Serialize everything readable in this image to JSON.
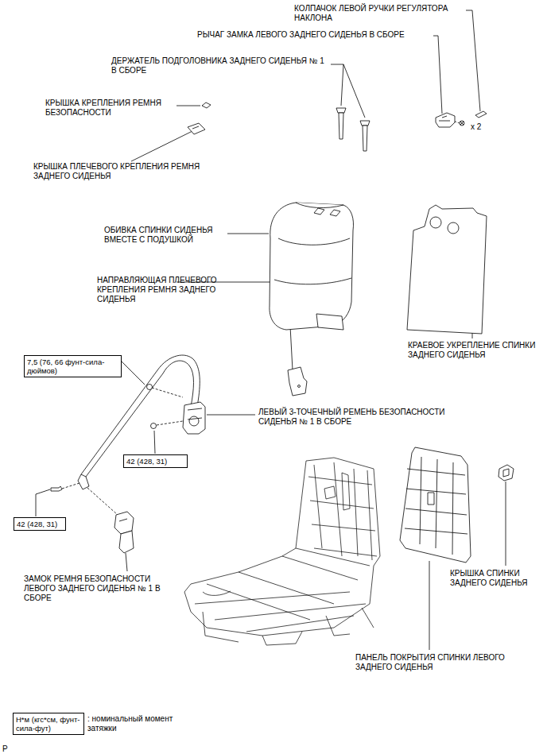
{
  "diagram": {
    "nodes": [
      {
        "text": [
          "7,5 (76, 66 фунт-сила-дюймов)"
        ]
      },
      {
        "text": [
          "42 (428, 31)"
        ]
      },
      {
        "text": [
          "42 (428, 31)"
        ]
      },
      {
        "text": [
          "Н*м (кгс*см, фунт-сила-фут)"
        ]
      }
    ],
    "labels": [
      "КОЛПАЧОК ЛЕВОЙ РУЧКИ РЕГУЛЯТОРА НАКЛОНА",
      "РЫЧАГ ЗАМКА ЛЕВОГО ЗАДНЕГО СИДЕНЬЯ В СБОРЕ",
      "ДЕРЖАТЕЛЬ ПОДГОЛОВНИКА ЗАДНЕГО СИДЕНЬЯ № 1 В СБОРЕ",
      "КРЫШКА КРЕПЛЕНИЯ РЕМНЯ БЕЗОПАСНОСТИ",
      "x 2",
      "КРЫШКА ПЛЕЧЕВОГО КРЕПЛЕНИЯ РЕМНЯ ЗАДНЕГО СИДЕНЬЯ",
      "ОБИВКА СПИНКИ СИДЕНЬЯ ВМЕСТЕ С ПОДУШКОЙ",
      "НАПРАВЛЯЮЩАЯ ПЛЕЧЕВОГО КРЕПЛЕНИЯ РЕМНЯ ЗАДНЕГО СИДЕНЬЯ",
      "КРАЕВОЕ УКРЕПЛЕНИЕ СПИНКИ ЗАДНЕГО СИДЕНЬЯ",
      "ЛЕВЫЙ 3-ТОЧЕЧНЫЙ РЕМЕНЬ БЕЗОПАСНОСТИ СИДЕНЬЯ № 1 В СБОРЕ",
      "ЗАМОК РЕМНЯ БЕЗОПАСНОСТИ ЛЕВОГО ЗАДНЕГО СИДЕНЬЯ № 1 В СБОРЕ",
      "КРЫШКА СПИНКИ ЗАДНЕГО СИДЕНЬЯ",
      "ПАНЕЛЬ ПОКРЫТИЯ СПИНКИ ЛЕВОГО ЗАДНЕГО СИДЕНЬЯ",
      ": номинальный момент затяжки",
      "P"
    ]
  }
}
